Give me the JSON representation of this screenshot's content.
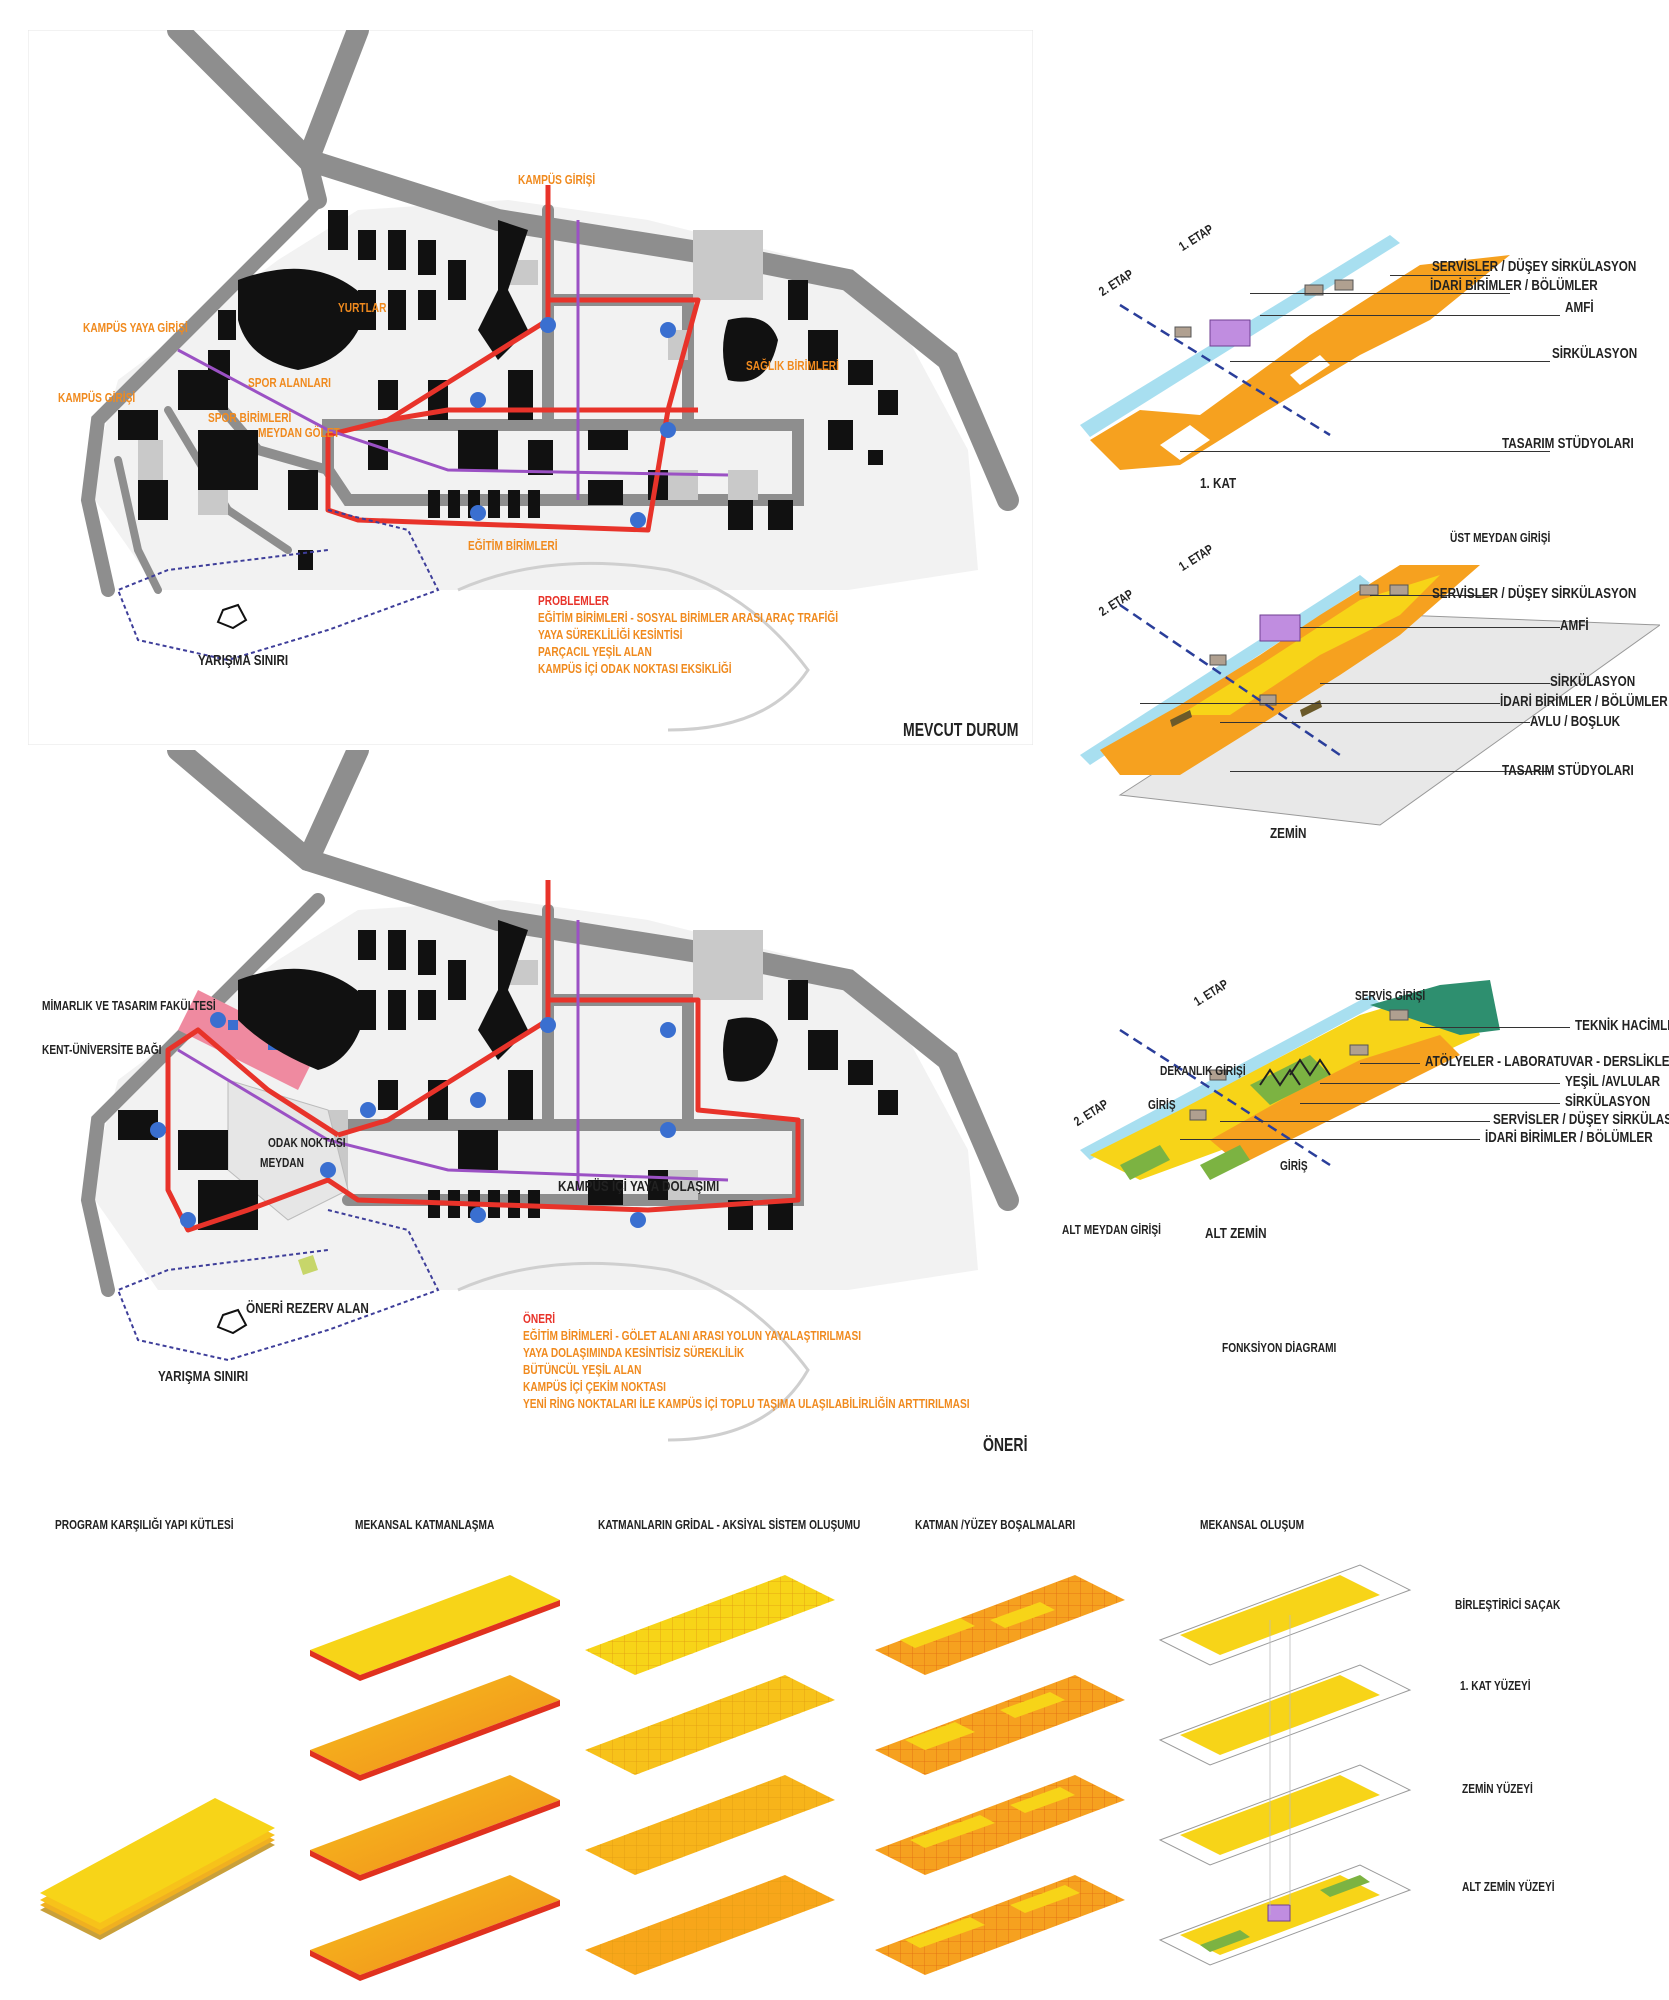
{
  "colors": {
    "orange": "#f6a11f",
    "yellow": "#f7d418",
    "red": "#e8332a",
    "purple": "#9b51c4",
    "blue": "#3a6fd0",
    "cyan": "#a8dff0",
    "road": "#8e8e8e",
    "building": "#111111",
    "green": "#7cb342",
    "teal": "#2e8f6f"
  },
  "site_top": {
    "title": "MEVCUT DURUM",
    "labels": {
      "kampus_girisi_top": "KAMPÜS GİRİŞİ",
      "kampus_yaya_girisi": "KAMPÜS YAYA GİRİŞİ",
      "kampus_girisi_left": "KAMPÜS GİRİŞİ",
      "yurtlar": "YURTLAR",
      "spor_alanlari": "SPOR ALANLARI",
      "meydan_golet": "MEYDAN GÖLET",
      "spor_birimleri": "SPOR BİRİMLERİ",
      "saglik_birimleri": "SAĞLIK BİRİMLERİ",
      "egitim_birimleri": "EĞİTİM BİRİMLERİ",
      "yarisma_siniri": "YARIŞMA SINIRI"
    },
    "notes_heading": "PROBLEMLER",
    "notes": [
      "EĞİTİM BİRİMLERİ - SOSYAL BİRİMLER ARASI ARAÇ TRAFİĞİ",
      "YAYA SÜREKLİLİĞİ KESİNTİSİ",
      "PARÇACIL YEŞİL ALAN",
      "KAMPÜS İÇİ ODAK NOKTASI EKSİKLİĞİ"
    ]
  },
  "site_bottom": {
    "title": "ÖNERİ",
    "labels": {
      "mimarlik": "MİMARLIK VE TASARIM FAKÜLTESİ",
      "kent_universite": "KENT-ÜNİVERSİTE BAĞI",
      "odak_noktasi": "ODAK NOKTASI",
      "meydan": "MEYDAN",
      "kampus_ici_yaya": "KAMPÜS İÇİ YAYA DOLAŞIMI",
      "oneri_rezerv": "ÖNERİ REZERV ALAN",
      "yarisma_siniri": "YARIŞMA SINIRI"
    },
    "notes_heading": "ÖNERİ",
    "notes": [
      "EĞİTİM BİRİMLERİ - GÖLET ALANI ARASI YOLUN YAYALAŞTIRILMASI",
      "YAYA DOLAŞIMINDA KESİNTİSİZ SÜREKLİLİK",
      "BÜTÜNCÜL YEŞİL ALAN",
      "KAMPÜS İÇİ ÇEKİM NOKTASI",
      "YENİ RİNG NOKTALARI İLE KAMPÜS İÇİ TOPLU TAŞIMA ULAŞILABİLİRLİĞİN ARTTIRILMASI"
    ]
  },
  "diagram_1": {
    "floor_label": "1. KAT",
    "etap1": "1. ETAP",
    "etap2": "2. ETAP",
    "labels": [
      "SERVİSLER / DÜŞEY SİRKÜLASYON",
      "İDARİ BİRİMLER / BÖLÜMLER",
      "AMFİ",
      "SİRKÜLASYON",
      "TASARIM STÜDYOLARI"
    ]
  },
  "diagram_2": {
    "floor_label": "ZEMİN",
    "etap1": "1. ETAP",
    "etap2": "2. ETAP",
    "entry": "ÜST MEYDAN GİRİŞİ",
    "labels": [
      "SERVİSLER / DÜŞEY SİRKÜLASYON",
      "AMFİ",
      "SİRKÜLASYON",
      "İDARİ BİRİMLER / BÖLÜMLER",
      "AVLU / BOŞLUK",
      "TASARIM STÜDYOLARI"
    ]
  },
  "diagram_3": {
    "floor_label": "ALT ZEMİN",
    "etap1": "1. ETAP",
    "etap2": "2. ETAP",
    "entries": {
      "servis": "SERVİS GİRİŞİ",
      "dekanlik": "DEKANLIK GİRİŞİ",
      "giris": "GİRİŞ",
      "giris2": "GİRİŞ",
      "alt_meydan": "ALT MEYDAN GİRİŞİ"
    },
    "labels": [
      "TEKNİK HACİMLER",
      "ATÖLYELER - LABORATUVAR - DERSLİKLER",
      "YEŞİL /AVLULAR",
      "SİRKÜLASYON",
      "SERVİSLER / DÜŞEY SİRKÜLASYON",
      "İDARİ BİRİMLER / BÖLÜMLER"
    ],
    "caption": "FONKSİYON DİAGRAMI"
  },
  "process": {
    "columns": [
      "PROGRAM KARŞILIĞI YAPI KÜTLESİ",
      "MEKANSAL KATMANLAŞMA",
      "KATMANLARIN GRİDAL - AKSİYAL SİSTEM OLUŞUMU",
      "KATMAN /YÜZEY BOŞALMALARI",
      "MEKANSAL OLUŞUM"
    ],
    "layers": [
      "BİRLEŞTİRİCİ SAÇAK",
      "1. KAT YÜZEYİ",
      "ZEMİN YÜZEYİ",
      "ALT ZEMİN YÜZEYİ"
    ]
  }
}
